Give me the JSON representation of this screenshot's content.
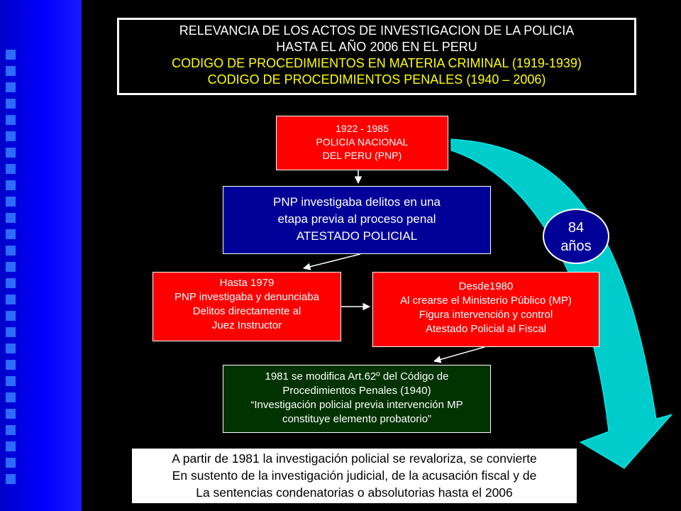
{
  "title": {
    "line1": "RELEVANCIA DE LOS ACTOS DE INVESTIGACION DE LA POLICIA",
    "line2": "HASTA EL AÑO 2006 EN EL PERU",
    "line3": "CODIGO DE PROCEDIMIENTOS EN MATERIA CRIMINAL (1919-1939)",
    "line4": "CODIGO DE PROCEDIMIENTOS PENALES (1940 – 2006)"
  },
  "nodes": {
    "pnp_period": [
      "1922 - 1985",
      "POLICIA NACIONAL",
      "DEL PERU (PNP)"
    ],
    "pnp_investigation": [
      "PNP investigaba delitos en una",
      "etapa previa al proceso penal",
      "ATESTADO POLICIAL"
    ],
    "until_1979": [
      "Hasta 1979",
      "PNP investigaba y denunciaba",
      "Delitos directamente al",
      "Juez Instructor"
    ],
    "since_1980": [
      "Desde1980",
      "Al crearse el Ministerio Público (MP)",
      "Figura intervención y control",
      "Atestado Policial al Fiscal"
    ],
    "reform_1981": [
      "1981  se modifica Art.62º del Código de",
      "Procedimientos Penales (1940)",
      "“Investigación policial previa intervención MP",
      "constituye elemento probatorio”"
    ],
    "conclusion": [
      "A partir de 1981 la investigación policial se revaloriza, se convierte",
      "En sustento de la investigación judicial, de la acusación fiscal y de",
      "La sentencias condenatorias o absolutorias hasta el 2006"
    ]
  },
  "duration_badge": [
    "84",
    "años"
  ],
  "colors": {
    "background": "#000000",
    "sidebar": "#0000ff",
    "red_box": "#ff0000",
    "navy_box": "#000099",
    "green_box": "#003300",
    "arrow_cyan": "#00cccc",
    "title_highlight": "#ffff00"
  }
}
